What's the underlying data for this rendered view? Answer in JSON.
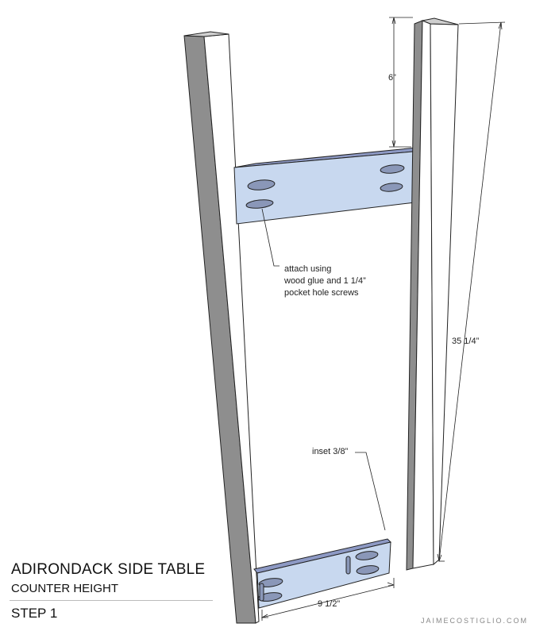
{
  "title": {
    "main": "ADIRONDACK SIDE TABLE",
    "sub": "COUNTER HEIGHT",
    "step": "STEP  1"
  },
  "annotations": {
    "attach": [
      "attach using",
      "wood glue and 1 1/4”",
      "pocket hole screws"
    ],
    "inset": "inset 3/8”"
  },
  "dimensions": {
    "top_offset": "6”",
    "height": "35 1/4”",
    "width": "9 1/2”"
  },
  "credit": "JAIMECOSTIGLIO.COM",
  "colors": {
    "wood_face": "#ffffff",
    "wood_side": "#8e8e8e",
    "wood_top": "#cfcfcf",
    "stretcher": "#c8d8ef",
    "stretcher_edge": "#8d99c4",
    "pocket_hole": "#8a97b8",
    "outline": "#222222"
  }
}
